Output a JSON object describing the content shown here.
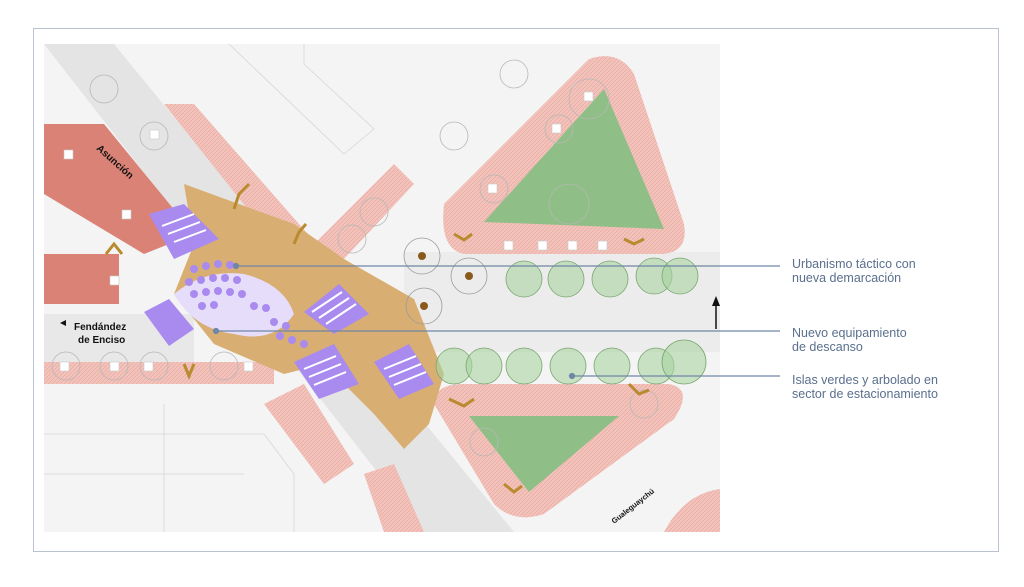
{
  "annotations": [
    {
      "text": "Urbanismo táctico con\nnueva demarcación"
    },
    {
      "text": "Nuevo equipamiento\nde descanso"
    },
    {
      "text": "Islas verdes y arbolado en\nsector de estacionamiento"
    }
  ],
  "streets": {
    "asuncion": "Asunción",
    "fernandez_line1": "Fendández",
    "fernandez_line2": "de Enciso",
    "gualeguaychu": "Gualeguaychú"
  },
  "colors": {
    "callout_text": "#5a6f8d",
    "leader_line": "#6f86a6",
    "plaza_green": "#8fbf86",
    "sidewalk_pink": "#f0b8b0",
    "pedestrian_tan": "#d9ae72",
    "crosswalk_purple": "#a98bf0",
    "brick_red": "#d98275"
  }
}
